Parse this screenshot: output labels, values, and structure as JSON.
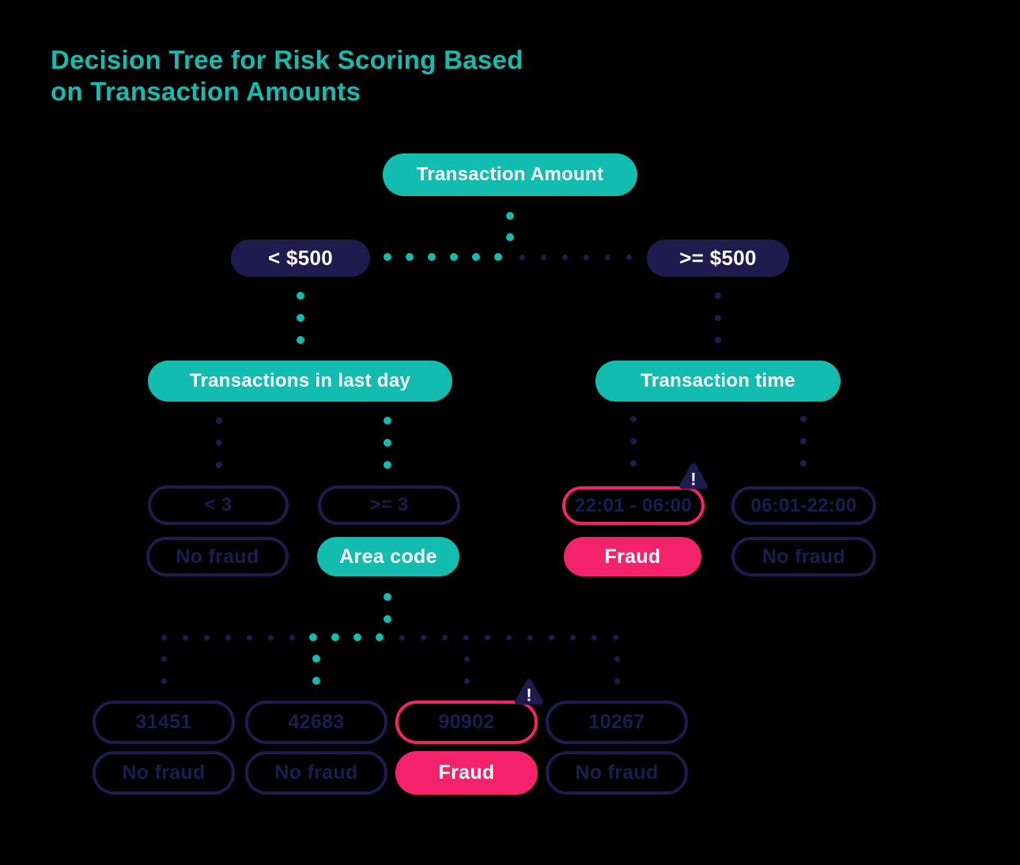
{
  "title": {
    "line1": "Decision Tree for Risk Scoring Based",
    "line2": "on Transaction Amounts"
  },
  "colors": {
    "background": "#000000",
    "teal": "#12BCAE",
    "navy": "#201A4F",
    "pink": "#F4226B",
    "white": "#FFFFFF"
  },
  "icons": {
    "warning_glyph": "!"
  },
  "nodes": {
    "root": {
      "label": "Transaction Amount"
    },
    "lt500": {
      "label": "< $500"
    },
    "gte500": {
      "label": ">= $500"
    },
    "last_day": {
      "label": "Transactions in last day"
    },
    "txn_time": {
      "label": "Transaction time"
    },
    "lt3": {
      "label": "< 3"
    },
    "gte3": {
      "label": ">= 3"
    },
    "no_fraud_lt3": {
      "label": "No fraud"
    },
    "area_code": {
      "label": "Area code"
    },
    "night_window": {
      "label": "22:01 - 06:00",
      "flagged": true
    },
    "day_window": {
      "label": "06:01-22:00"
    },
    "fraud_night": {
      "label": "Fraud"
    },
    "no_fraud_day": {
      "label": "No fraud"
    },
    "codes": [
      {
        "label": "31451",
        "outcome": "No fraud"
      },
      {
        "label": "42683",
        "outcome": "No fraud"
      },
      {
        "label": "90902",
        "outcome": "Fraud",
        "flagged": true
      },
      {
        "label": "10267",
        "outcome": "No fraud"
      }
    ]
  }
}
